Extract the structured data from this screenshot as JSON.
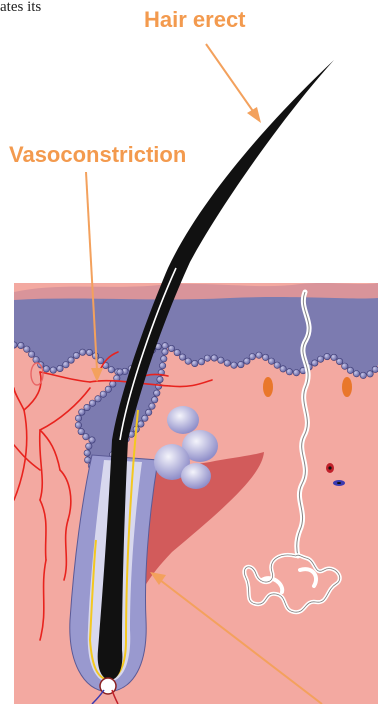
{
  "caption_fragment": "ates its",
  "labels": {
    "hair_erect": "Hair erect",
    "vasoconstriction": "Vasoconstriction"
  },
  "colors": {
    "label_orange": "#f39a4e",
    "arrow_orange": "#f3a15d",
    "epidermis_top": "#d9949a",
    "epidermis_purple": "#7c7bb0",
    "dermis": "#f3a9a1",
    "muscle": "#d25b5b",
    "vessel_red": "#e8231e",
    "hair_black": "#111111",
    "bead_purple": "#8886c2"
  }
}
